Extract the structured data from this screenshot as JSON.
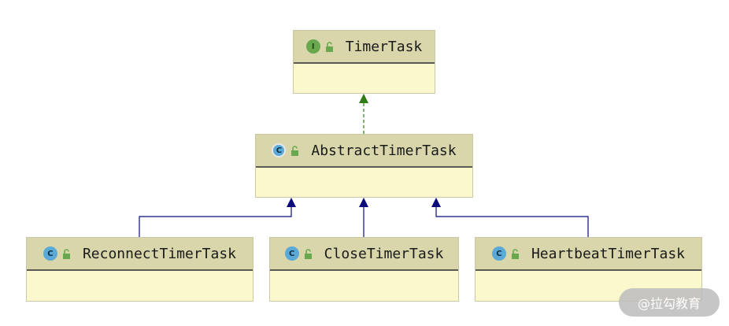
{
  "diagram": {
    "classes": [
      {
        "id": "timertask",
        "name": "TimerTask",
        "kind": "interface",
        "badge": "I"
      },
      {
        "id": "abstracttimertask",
        "name": "AbstractTimerTask",
        "kind": "abstract",
        "badge": "C"
      },
      {
        "id": "reconnecttimertask",
        "name": "ReconnectTimerTask",
        "kind": "class",
        "badge": "C"
      },
      {
        "id": "closetimertask",
        "name": "CloseTimerTask",
        "kind": "class",
        "badge": "C"
      },
      {
        "id": "heartbeattimertask",
        "name": "HeartbeatTimerTask",
        "kind": "class",
        "badge": "C"
      }
    ],
    "relations": [
      {
        "from": "AbstractTimerTask",
        "to": "TimerTask",
        "type": "implements"
      },
      {
        "from": "ReconnectTimerTask",
        "to": "AbstractTimerTask",
        "type": "extends"
      },
      {
        "from": "CloseTimerTask",
        "to": "AbstractTimerTask",
        "type": "extends"
      },
      {
        "from": "HeartbeatTimerTask",
        "to": "AbstractTimerTask",
        "type": "extends"
      }
    ],
    "colors": {
      "header": "#d8d6aa",
      "body": "#fbf8cd",
      "implements_arrow": "#2e7d12",
      "extends_arrow": "#0a0a7a"
    }
  },
  "watermark": "@拉勾教育"
}
